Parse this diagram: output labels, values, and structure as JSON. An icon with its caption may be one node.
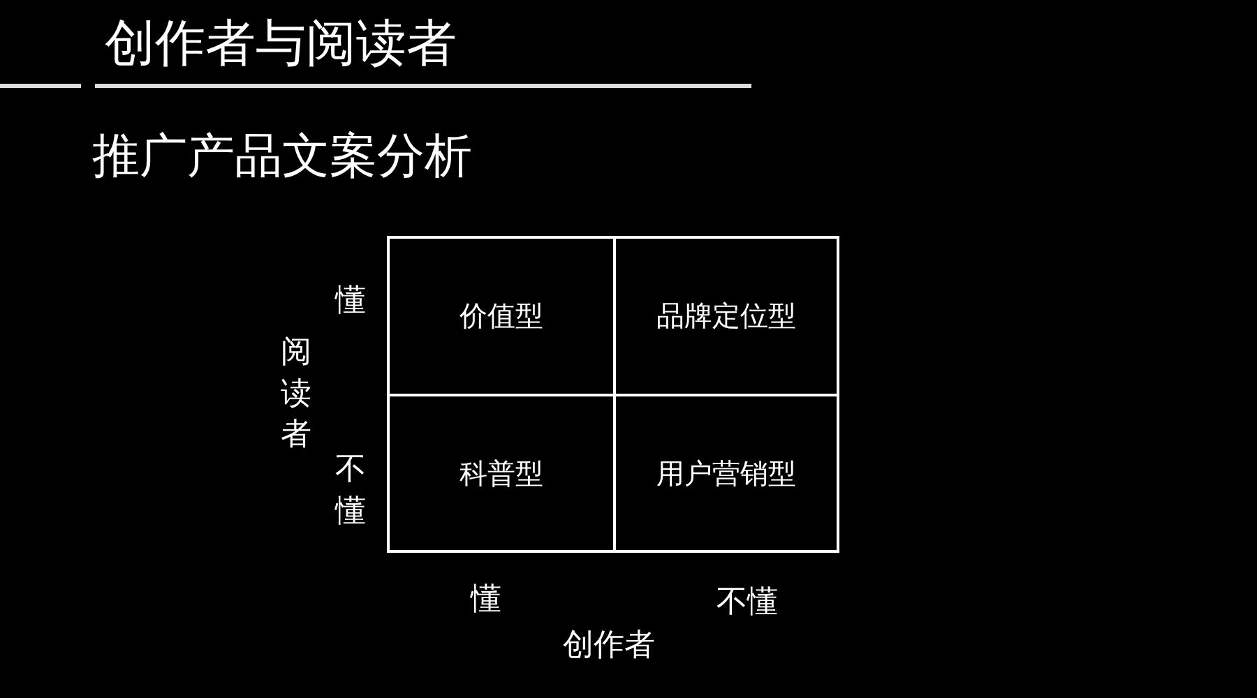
{
  "diagram": {
    "title": "创作者与阅读者",
    "nodes": [
      {
        "text": [
          "价值型"
        ]
      },
      {
        "text": [
          "品牌定位型"
        ]
      },
      {
        "text": [
          "科普型"
        ]
      },
      {
        "text": [
          "用户营销型"
        ]
      }
    ],
    "labels": [
      "推广产品文案分析",
      "懂",
      "阅读者",
      "不懂",
      "懂",
      "不懂",
      "创作者"
    ]
  }
}
